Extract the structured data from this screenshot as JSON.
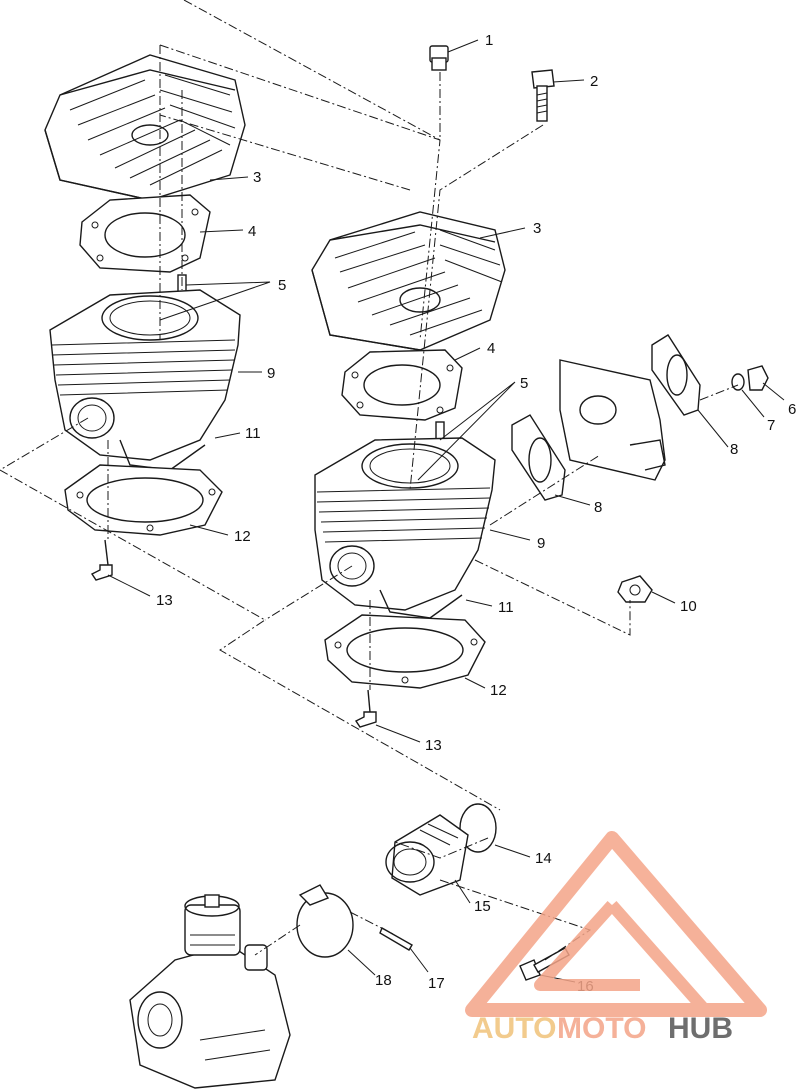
{
  "callouts": [
    "1",
    "2",
    "3",
    "4",
    "5",
    "6",
    "7",
    "8",
    "9",
    "10",
    "11",
    "12",
    "13",
    "14",
    "15",
    "16",
    "17",
    "18"
  ],
  "watermark": {
    "part1": "AUTO",
    "part2": "MOTO",
    "part3": "HUB",
    "color_primary": "#f4a488",
    "color_secondary": "#f0c27a",
    "color_dark": "#555555"
  },
  "colors": {
    "ink": "#1a1a1a",
    "background": "#ffffff"
  }
}
